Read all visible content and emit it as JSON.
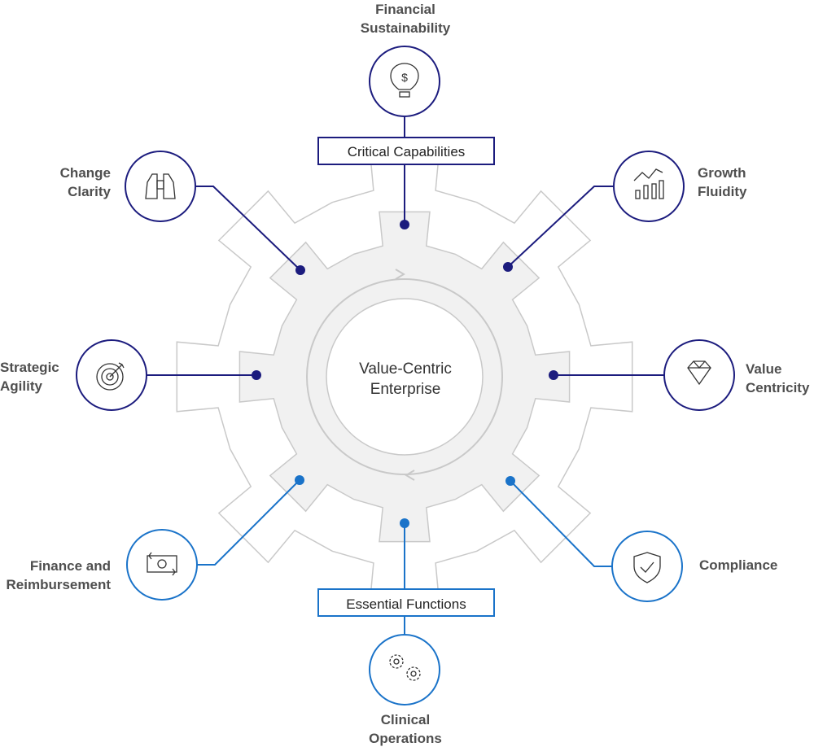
{
  "center": {
    "line1": "Value-Centric",
    "line2": "Enterprise"
  },
  "critical_box": "Critical Capabilities",
  "essential_box": "Essential Functions",
  "colors": {
    "navy": "#1c1c7e",
    "blue": "#1a73c9",
    "gear_fill": "#f1f1f1",
    "gear_stroke": "#c9c9c9",
    "text": "#4f4f4f"
  },
  "nodes": {
    "financial_sustainability": {
      "line1": "Financial",
      "line2": "Sustainability",
      "icon": "lightbulb-dollar-icon"
    },
    "growth_fluidity": {
      "line1": "Growth",
      "line2": "Fluidity",
      "icon": "growth-chart-icon"
    },
    "value_centricity": {
      "line1": "Value",
      "line2": "Centricity",
      "icon": "diamond-icon"
    },
    "compliance": {
      "line1": "Compliance",
      "icon": "shield-check-icon"
    },
    "clinical_operations": {
      "line1": "Clinical",
      "line2": "Operations",
      "icon": "gears-icon"
    },
    "finance_reimbursement": {
      "line1": "Finance and",
      "line2": "Reimbursement",
      "icon": "money-exchange-icon"
    },
    "strategic_agility": {
      "line1": "Strategic",
      "line2": "Agility",
      "icon": "target-icon"
    },
    "change_clarity": {
      "line1": "Change",
      "line2": "Clarity",
      "icon": "binoculars-icon"
    }
  }
}
